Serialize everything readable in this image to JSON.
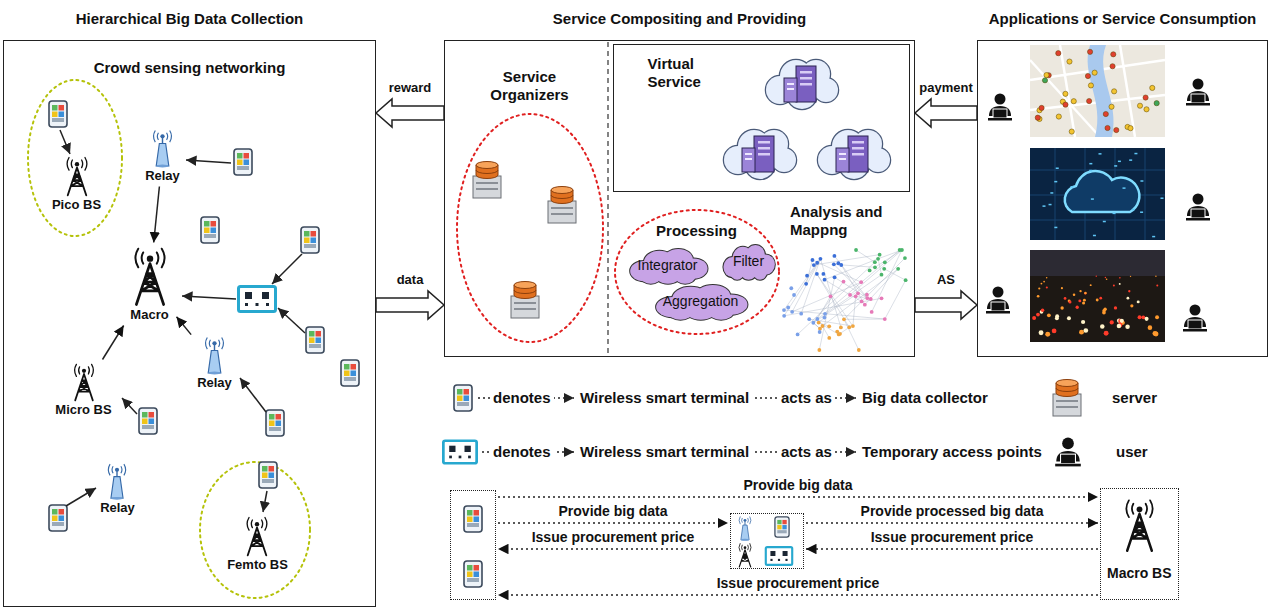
{
  "diagram": {
    "nodes": [
      {
        "text": [
          "Hierarchical Big Data Collection",
          "Crowd sensing networking"
        ]
      },
      {
        "text": [
          "Pico BS"
        ],
        "in": 0
      },
      {
        "text": [
          "Relay"
        ],
        "in": 0
      },
      {
        "text": [
          "Macro"
        ],
        "in": 0
      },
      {
        "text": [
          "Micro BS"
        ],
        "in": 0
      },
      {
        "text": [
          "Relay"
        ],
        "in": 0
      },
      {
        "text": [
          "Relay"
        ],
        "in": 0
      },
      {
        "text": [
          "Femto BS"
        ],
        "in": 0
      },
      {
        "text": [
          "Service Compositing and Providing"
        ]
      },
      {
        "text": [
          "Service Organizers"
        ],
        "in": 8
      },
      {
        "text": [
          "Virtual Service"
        ],
        "in": 8
      },
      {
        "text": [
          "Processing"
        ],
        "in": 8
      },
      {
        "text": [
          "Integrator"
        ],
        "in": 11
      },
      {
        "text": [
          "Filter"
        ],
        "in": 11
      },
      {
        "text": [
          "Aggregation"
        ],
        "in": 11
      },
      {
        "text": [
          "Applications or Service Consumption"
        ]
      },
      {
        "text": []
      },
      {
        "text": []
      },
      {
        "text": [
          "Macro BS"
        ]
      }
    ],
    "edges": [
      {
        "from": 0,
        "to": 8,
        "label": "data",
        "arrow": "to"
      },
      {
        "from": 8,
        "to": 0,
        "label": "reward",
        "arrow": "to"
      },
      {
        "from": 15,
        "to": 8,
        "label": "payment",
        "arrow": "to"
      },
      {
        "from": 8,
        "to": 15,
        "label": "AS",
        "arrow": "to"
      },
      {
        "from": 2,
        "to": 3,
        "arrow": "to"
      },
      {
        "from": 4,
        "to": 3,
        "arrow": "to"
      },
      {
        "from": 5,
        "to": 3,
        "arrow": "to"
      },
      {
        "from": 16,
        "to": 18,
        "label": "Provide big data",
        "arrow": "to"
      },
      {
        "from": 16,
        "to": 17,
        "label": "Provide big data",
        "arrow": "to"
      },
      {
        "from": 17,
        "to": 16,
        "label": "Issue procurement price",
        "arrow": "to"
      },
      {
        "from": 17,
        "to": 18,
        "label": "Provide processed big data",
        "arrow": "to"
      },
      {
        "from": 18,
        "to": 17,
        "label": "Issue procurement price",
        "arrow": "to"
      },
      {
        "from": 18,
        "to": 16,
        "label": "Issue procurement price",
        "arrow": "to"
      }
    ],
    "labels": [
      "Analysis and Mappng",
      "denotes",
      "Wireless smart terminal",
      "acts as",
      "Big data collector",
      "server",
      "denotes",
      "Wireless smart terminal",
      "acts as",
      "Temporary access points",
      "user"
    ]
  }
}
